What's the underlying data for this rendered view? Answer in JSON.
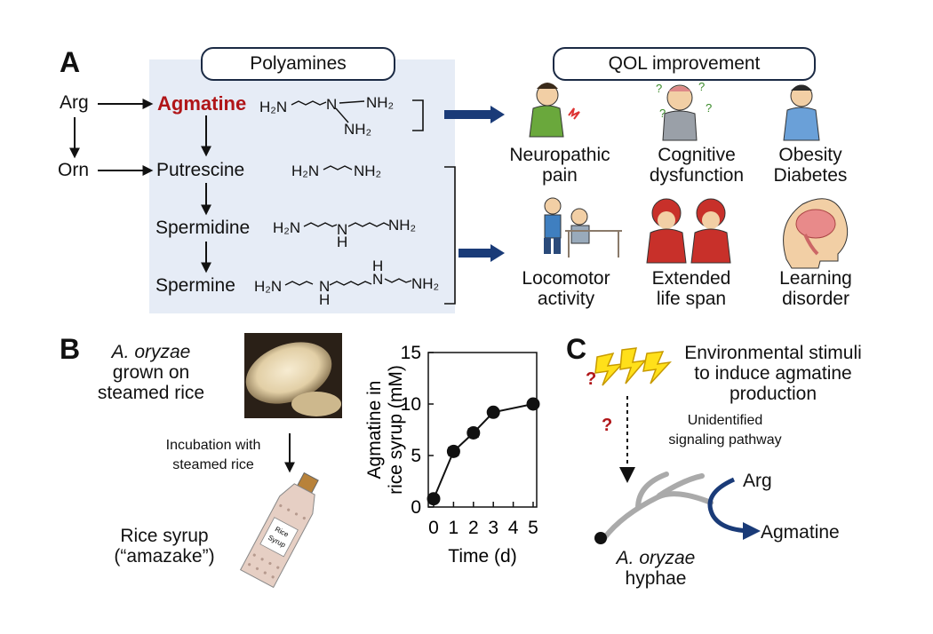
{
  "panels": {
    "a": "A",
    "b": "B",
    "c": "C"
  },
  "panel_a": {
    "polyamines_header": "Polyamines",
    "qol_header": "QOL improvement",
    "precursors": {
      "arg": "Arg",
      "orn": "Orn"
    },
    "compounds": {
      "agmatine": "Agmatine",
      "putrescine": "Putrescine",
      "spermidine": "Spermidine",
      "spermine": "Spermine"
    },
    "structures": {
      "h2n": "H₂N",
      "nh2": "NH₂",
      "n": "N",
      "h": "H"
    },
    "benefits": [
      {
        "line1": "Neuropathic",
        "line2": "pain"
      },
      {
        "line1": "Cognitive",
        "line2": "dysfunction"
      },
      {
        "line1": "Obesity",
        "line2": "Diabetes"
      },
      {
        "line1": "Locomotor",
        "line2": "activity"
      },
      {
        "line1": "Extended",
        "line2": "life span"
      },
      {
        "line1": "Learning",
        "line2": "disorder"
      }
    ]
  },
  "panel_b": {
    "organism_line1": "A. oryzae",
    "organism_line2": "grown on",
    "organism_line3": "steamed rice",
    "incubation_line1": "Incubation with",
    "incubation_line2": "steamed rice",
    "product_line1": "Rice syrup",
    "product_line2": "(“amazake”)",
    "bottle_label_line1": "Rice",
    "bottle_label_line2": "Syrup"
  },
  "panel_c": {
    "stimuli_line1": "Environmental stimuli",
    "stimuli_line2": "to induce agmatine",
    "stimuli_line3": "production",
    "pathway_line1": "Unidentified",
    "pathway_line2": "signaling pathway",
    "question": "?",
    "substrate": "Arg",
    "product": "Agmatine",
    "hyphae_line1": "A. oryzae",
    "hyphae_line2": "hyphae"
  },
  "chart_data": {
    "type": "line",
    "xlabel": "Time (d)",
    "ylabel_line1": "Agmatine in",
    "ylabel_line2": "rice syrup (mM)",
    "x": [
      0,
      1,
      2,
      3,
      5
    ],
    "y": [
      0.8,
      5.4,
      7.2,
      9.2,
      10.0
    ],
    "err": [
      0.2,
      0.4,
      0.4,
      0.3,
      0.2
    ],
    "xlim": [
      0,
      5
    ],
    "ylim": [
      0,
      15
    ],
    "xticks": [
      "0",
      "1",
      "2",
      "3",
      "4",
      "5"
    ],
    "yticks": [
      "0",
      "5",
      "10",
      "15"
    ],
    "grid": false
  }
}
